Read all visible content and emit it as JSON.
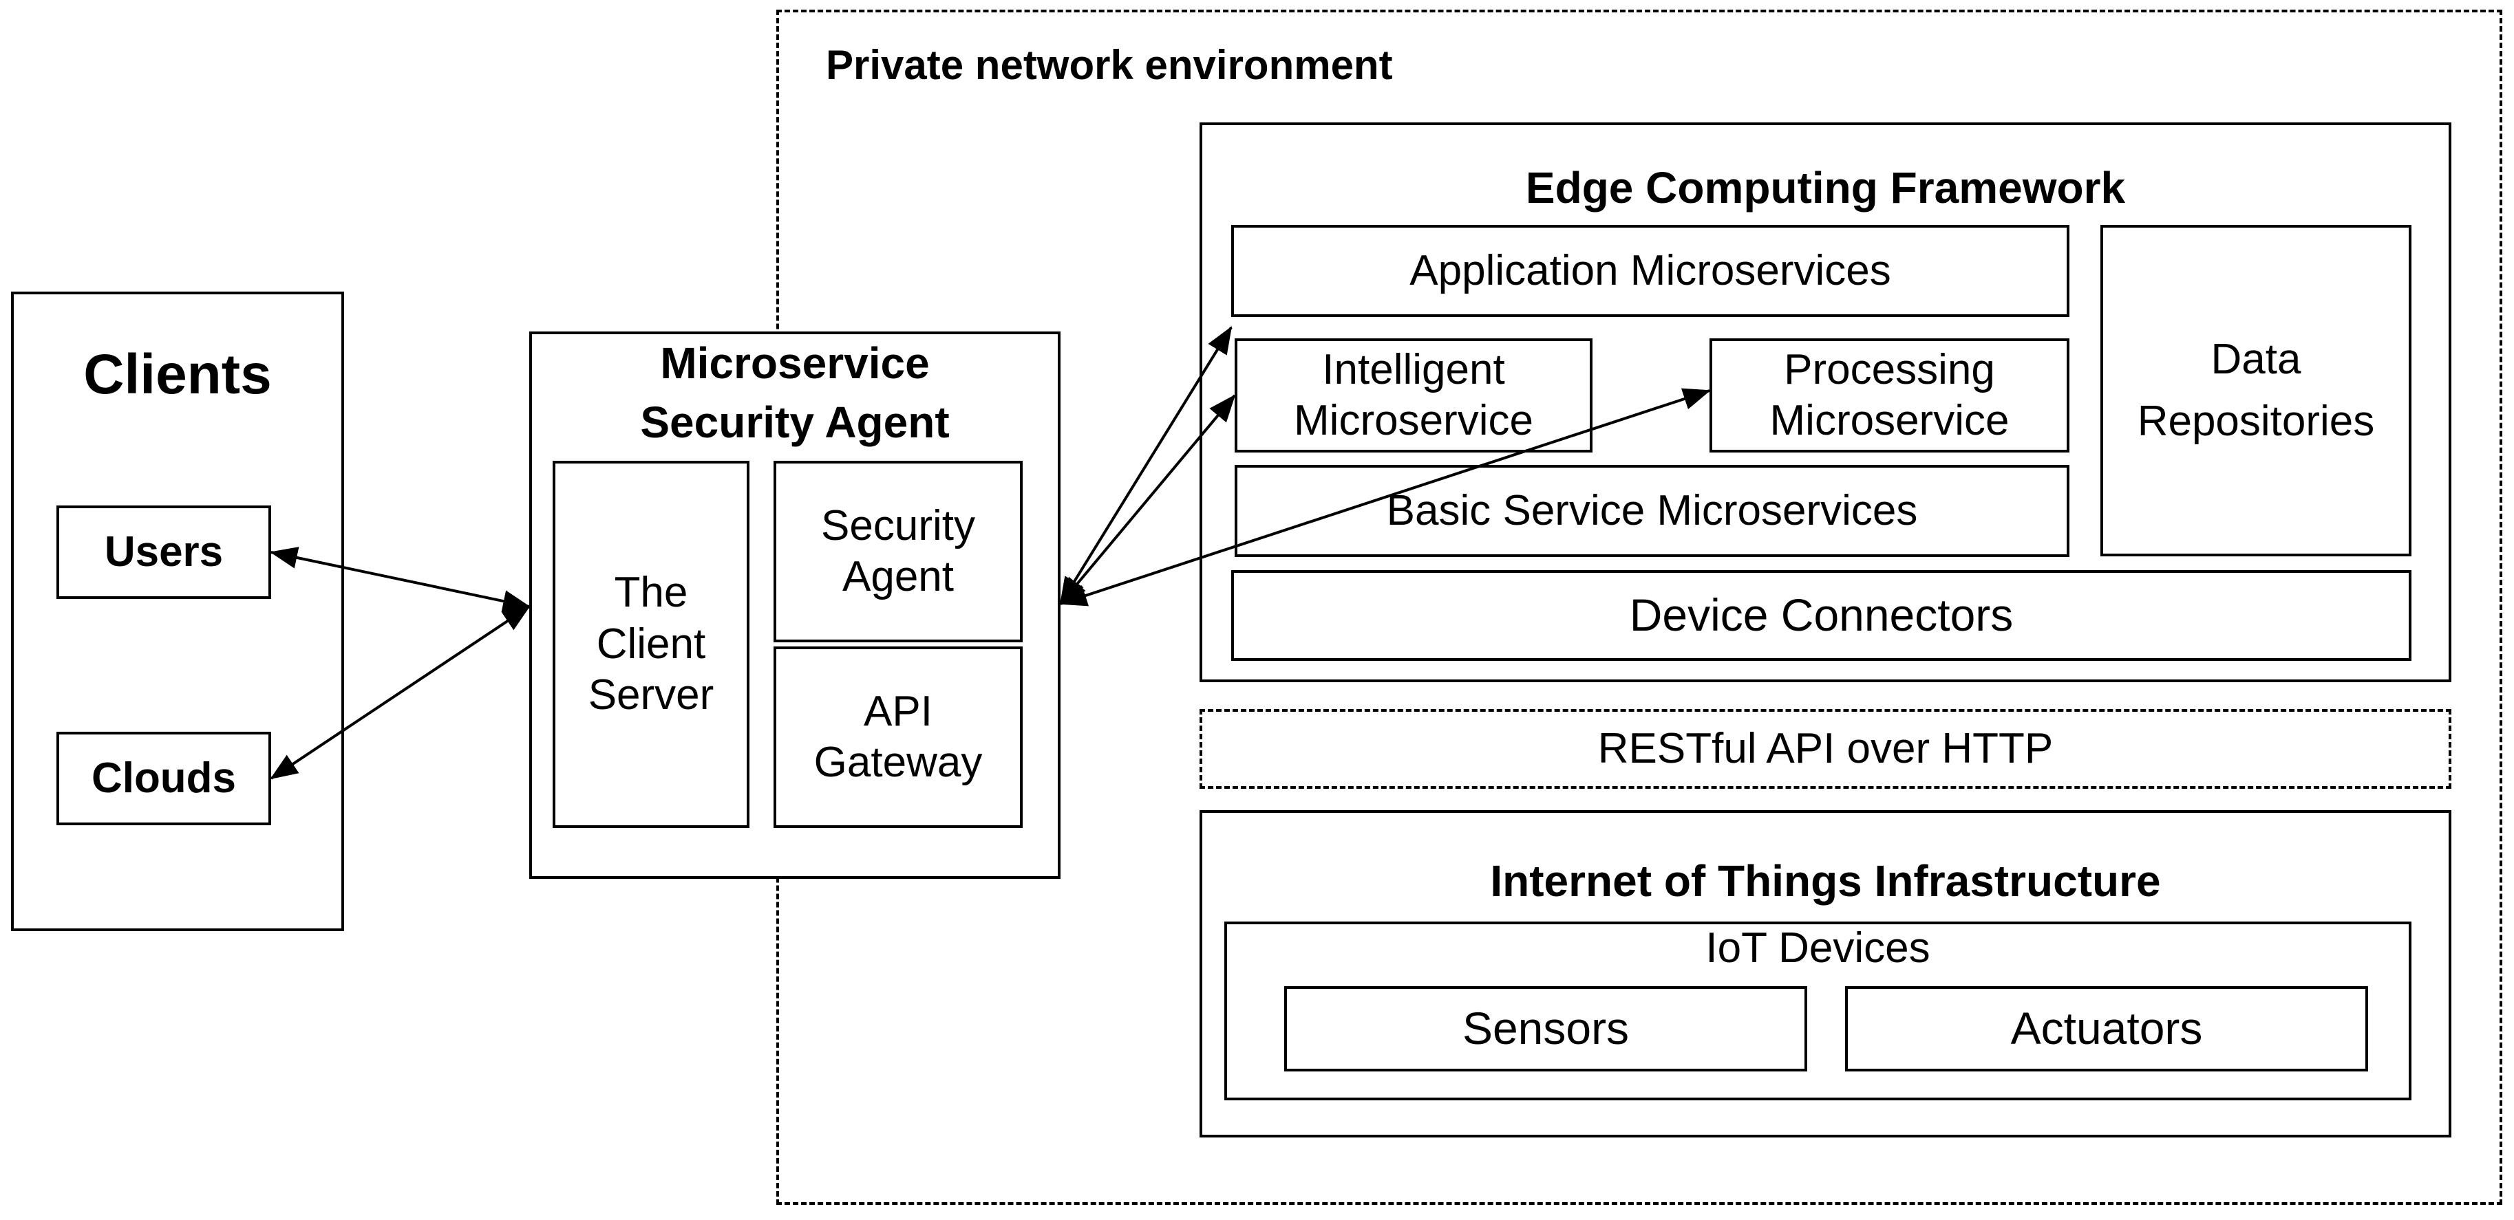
{
  "private_network": {
    "title": "Private network environment"
  },
  "clients": {
    "title": "Clients",
    "users": "Users",
    "clouds": "Clouds"
  },
  "security_agent_group": {
    "title": "Microservice\nSecurity Agent",
    "client_server": "The\nClient\nServer",
    "security_agent": "Security\nAgent",
    "api_gateway": "API\nGateway"
  },
  "edge_framework": {
    "title": "Edge Computing Framework",
    "application_microservices": "Application Microservices",
    "intelligent_microservice": "Intelligent\nMicroservice",
    "processing_microservice": "Processing\nMicroservice",
    "data_repositories": "Data\nRepositories",
    "basic_service_microservices": "Basic Service Microservices",
    "device_connectors": "Device  Connectors"
  },
  "restful_api": "RESTful API over HTTP",
  "iot_infrastructure": {
    "title": "Internet of Things Infrastructure",
    "iot_devices": "IoT Devices",
    "sensors": "Sensors",
    "actuators": "Actuators"
  }
}
